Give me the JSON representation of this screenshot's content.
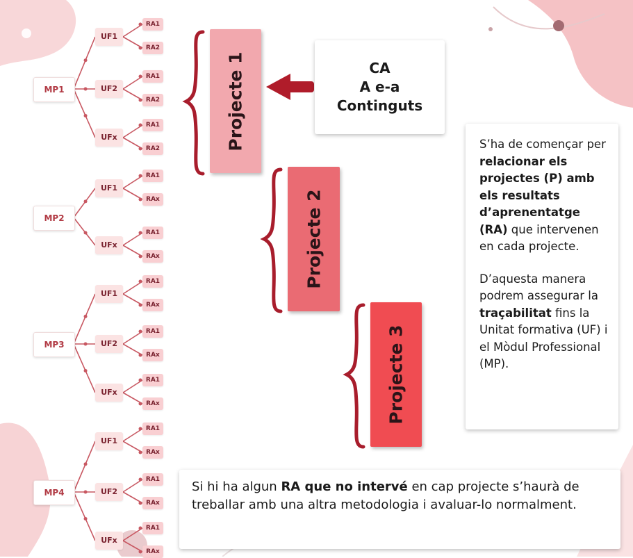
{
  "colors": {
    "project1": "#f2a8ae",
    "project2": "#ea6b73",
    "project3": "#f04c52",
    "arrow": "#b01c2a",
    "bracket": "#a81d2c",
    "tree_line": "#c85862"
  },
  "tree": [
    {
      "mp": "MP1",
      "ufs": [
        {
          "label": "UF1",
          "ras": [
            "RA1",
            "RA2"
          ]
        },
        {
          "label": "UF2",
          "ras": [
            "RA1",
            "RA2"
          ]
        },
        {
          "label": "UFx",
          "ras": [
            "RA1",
            "RA2"
          ]
        }
      ]
    },
    {
      "mp": "MP2",
      "ufs": [
        {
          "label": "UF1",
          "ras": [
            "RA1",
            "RAx"
          ]
        },
        {
          "label": "UFx",
          "ras": [
            "RA1",
            "RAx"
          ]
        }
      ]
    },
    {
      "mp": "MP3",
      "ufs": [
        {
          "label": "UF1",
          "ras": [
            "RA1",
            "RAx"
          ]
        },
        {
          "label": "UF2",
          "ras": [
            "RA1",
            "RAx"
          ]
        },
        {
          "label": "UFx",
          "ras": [
            "RA1",
            "RAx"
          ]
        }
      ]
    },
    {
      "mp": "MP4",
      "ufs": [
        {
          "label": "UF1",
          "ras": [
            "RA1",
            "RAx"
          ]
        },
        {
          "label": "UF2",
          "ras": [
            "RA1",
            "RAx"
          ]
        },
        {
          "label": "UFx",
          "ras": [
            "RA1",
            "RAx"
          ]
        }
      ]
    }
  ],
  "projects": [
    "Projecte 1",
    "Projecte 2",
    "Projecte 3"
  ],
  "ca_box": {
    "line1": "CA",
    "line2": "A e-a",
    "line3": "Continguts"
  },
  "right_box": {
    "p1_a": "S’ha de començar per ",
    "p1_b": "relacionar els projectes (P) amb els resultats d’aprenentatge (RA)",
    "p1_c": " que intervenen en cada projecte.",
    "p2_a": "D’aquesta manera podrem assegurar la ",
    "p2_b": "traçabilitat",
    "p2_c": " fins la Unitat formativa (UF) i el Mòdul Professional (MP)."
  },
  "bottom_box": {
    "a": "Si hi ha algun ",
    "b": "RA que no intervé",
    "c": " en cap projecte s’haurà de treballar amb una altra metodologia i avaluar-lo normalment."
  }
}
